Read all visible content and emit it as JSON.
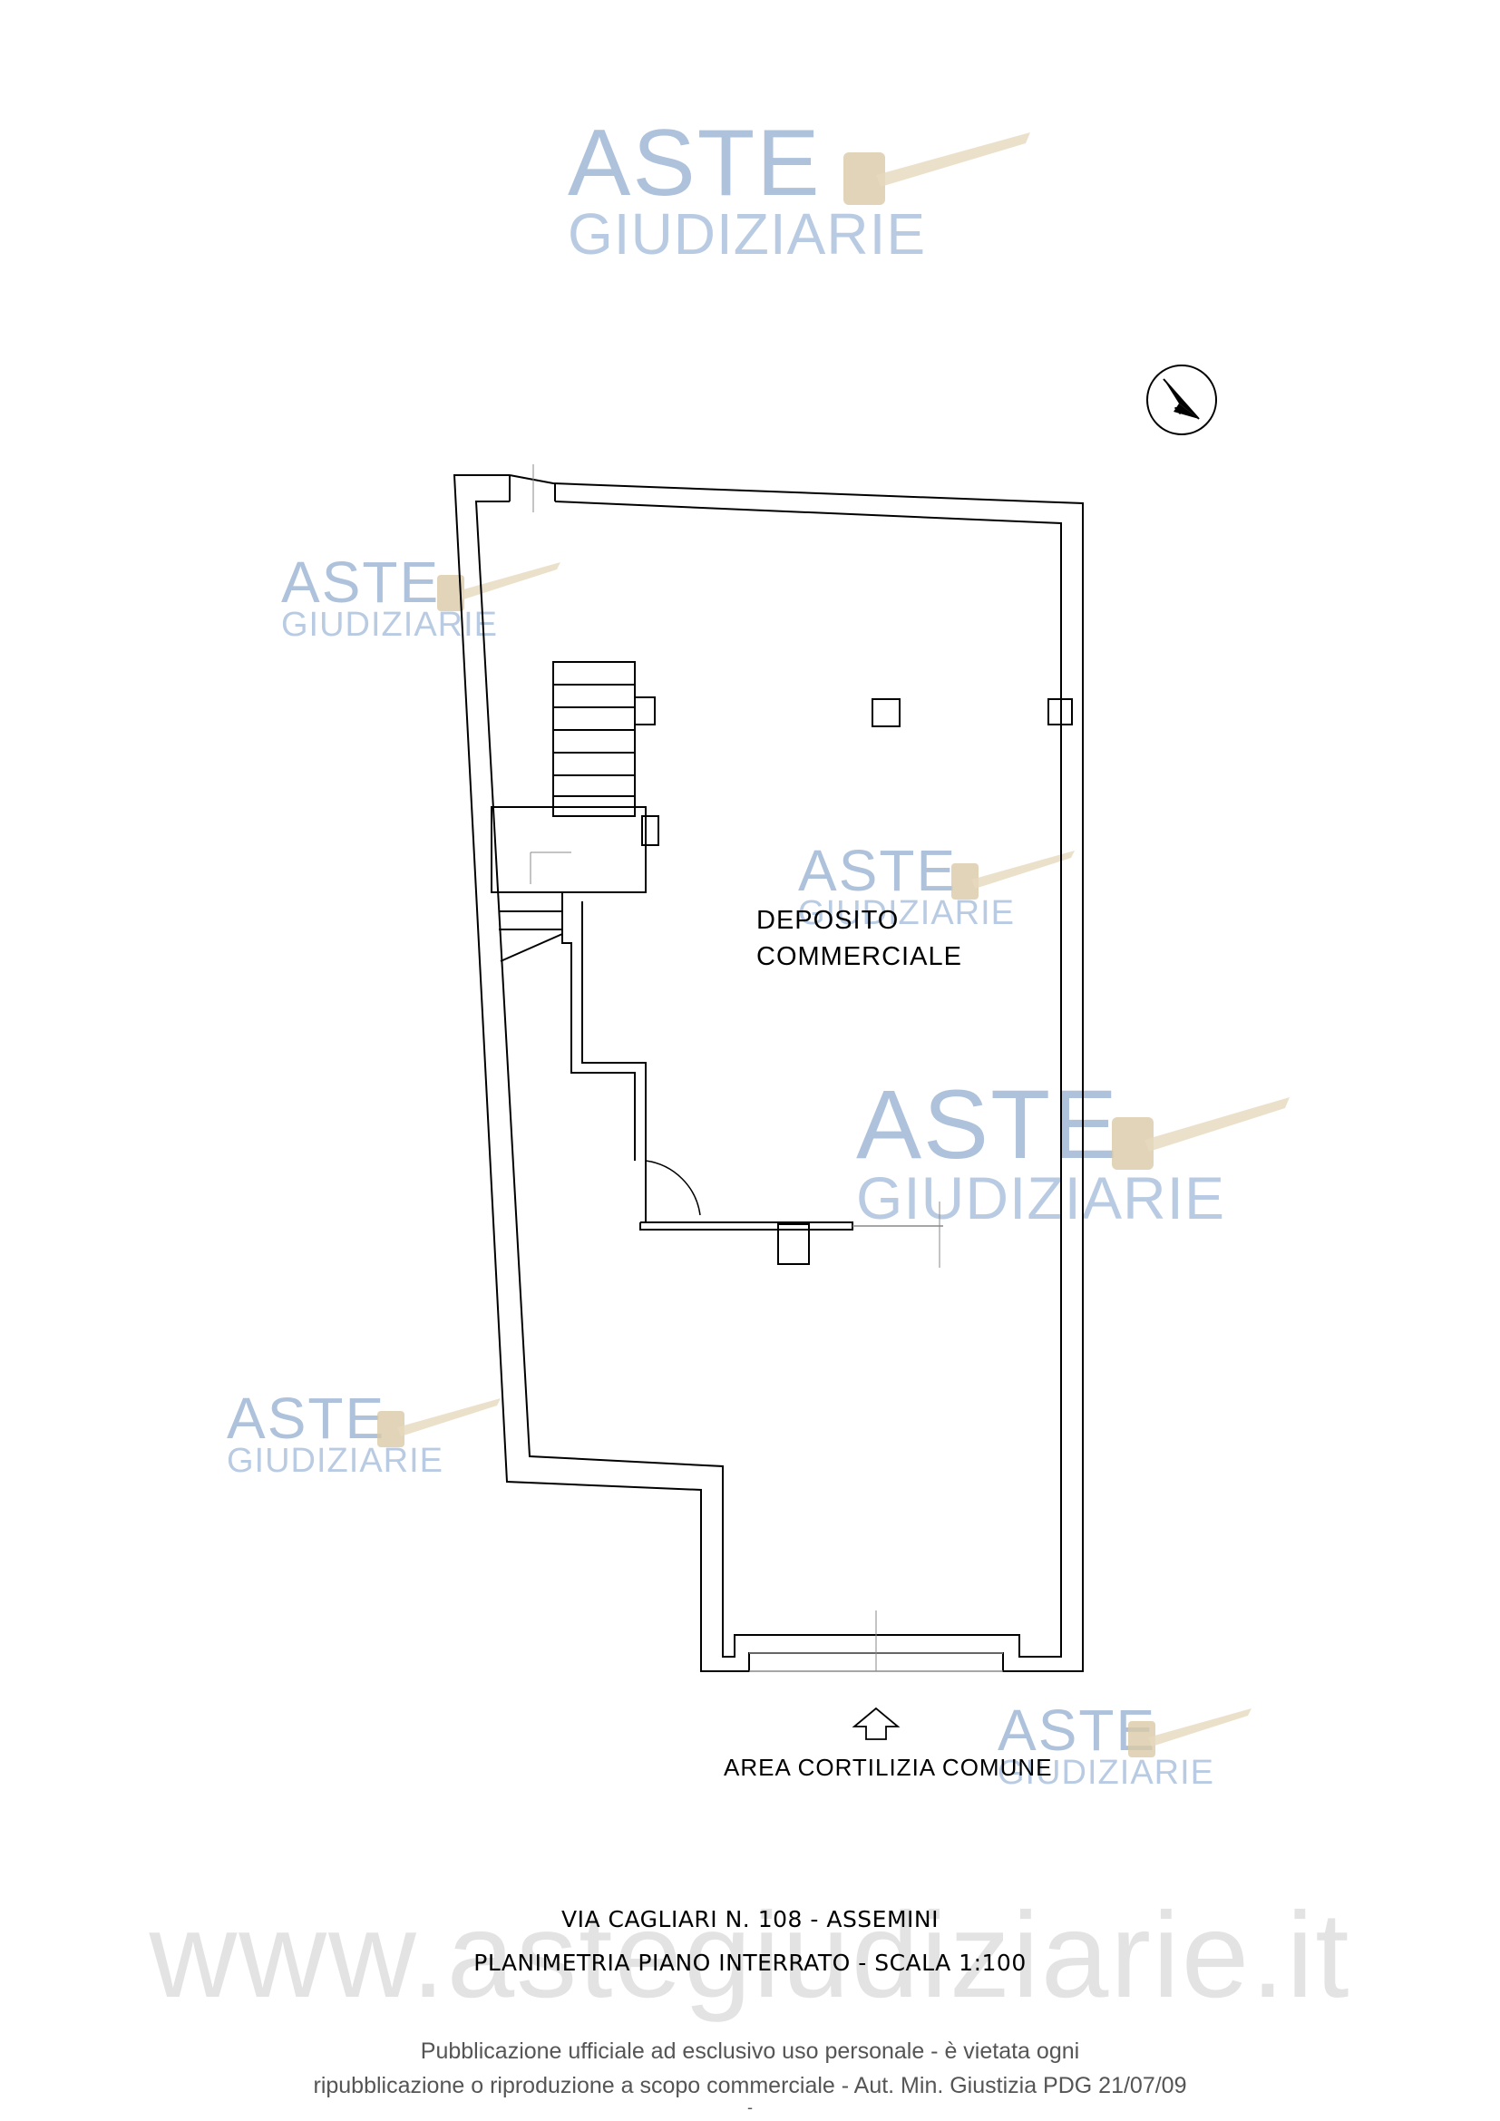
{
  "watermark": {
    "line1": "ASTE",
    "line2": "GIUDIZIARIE",
    "url": "www.astegiudiziarie.it"
  },
  "plan": {
    "room_label_line1": "DEPOSITO",
    "room_label_line2": "COMMERCIALE",
    "area_label": "AREA CORTILIZIA COMUNE"
  },
  "caption": {
    "line1": "VIA CAGLIARI N. 108 - ASSEMINI",
    "line2": "PLANIMETRIA PIANO INTERRATO - SCALA 1:100"
  },
  "footer": {
    "line1": "Pubblicazione ufficiale ad esclusivo uso personale - è vietata ogni",
    "line2": "ripubblicazione o riproduzione a scopo commerciale - Aut. Min. Giustizia PDG 21/07/09",
    "line3": "-"
  },
  "colors": {
    "watermark": "#aec2dc",
    "gavel": "#d9c9a8",
    "line": "#000000"
  }
}
